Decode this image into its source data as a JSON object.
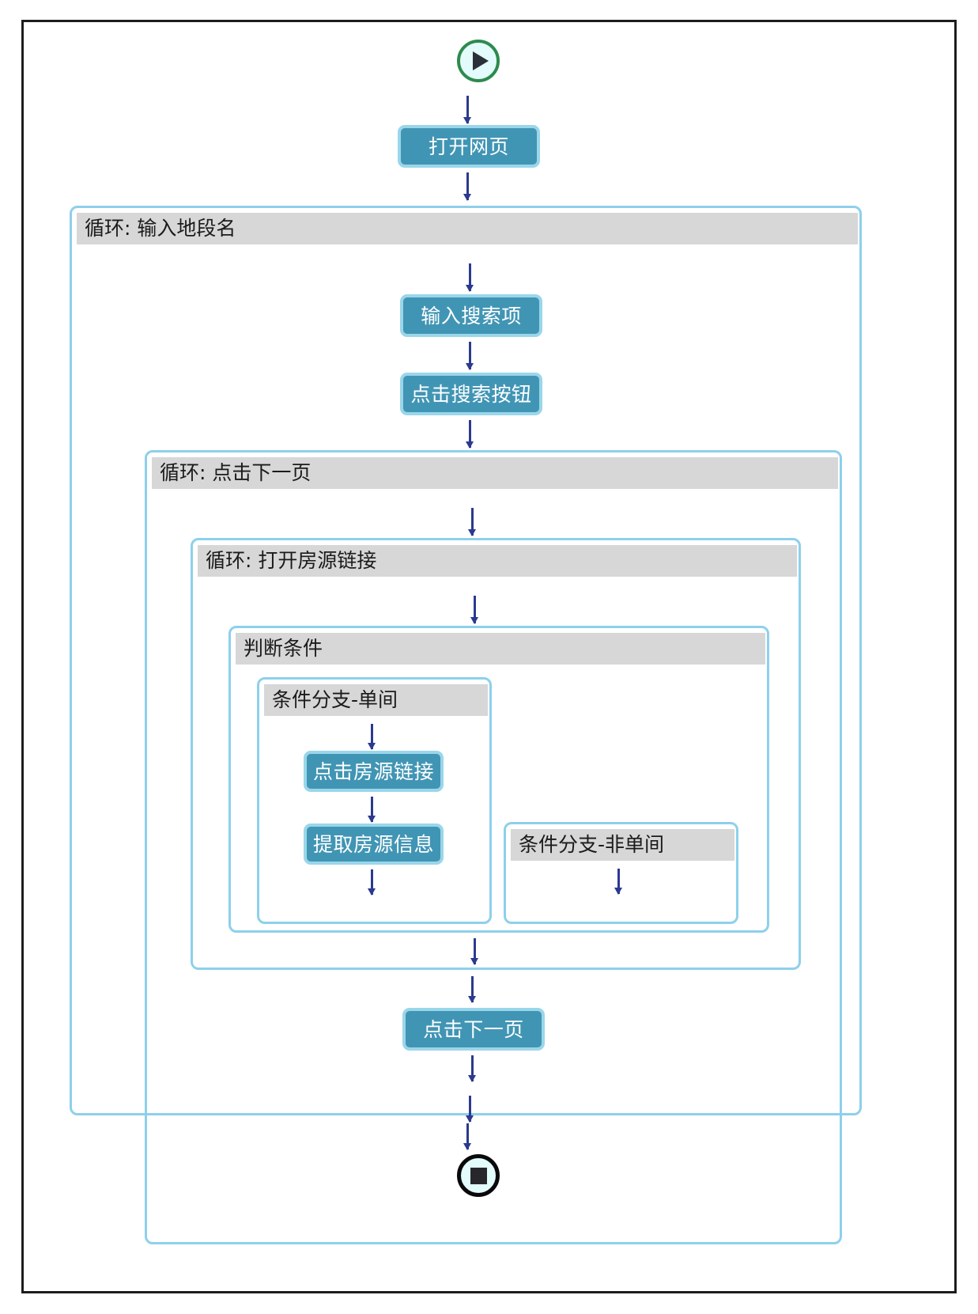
{
  "diagram": {
    "title_hidden": "",
    "colors": {
      "action_fill": "#4195b4",
      "action_border": "#9ad6ea",
      "container_border": "#8ed0eb",
      "container_header": "#d7d7d7",
      "start_ring": "#2d8a4e",
      "end_ring": "#09090b",
      "terminator_fill": "#e3fbfb",
      "arrow": "#2b3a8f",
      "frame": "#1d1d1f"
    },
    "nodes": {
      "start": {
        "icon": "play-icon",
        "label": ""
      },
      "end": {
        "icon": "stop-icon",
        "label": ""
      },
      "open_webpage": "打开网页",
      "input_search_term": "输入搜索项",
      "click_search_button": "点击搜索按钮",
      "click_listing_link": "点击房源链接",
      "extract_listing_info": "提取房源信息",
      "click_next_page": "点击下一页"
    },
    "containers": {
      "loop_district_name": "循环: 输入地段名",
      "loop_next_page": "循环: 点击下一页",
      "loop_open_listing": "循环: 打开房源链接",
      "condition": "判断条件",
      "branch_single_room": "条件分支-单间",
      "branch_non_single_room": "条件分支-非单间"
    }
  }
}
